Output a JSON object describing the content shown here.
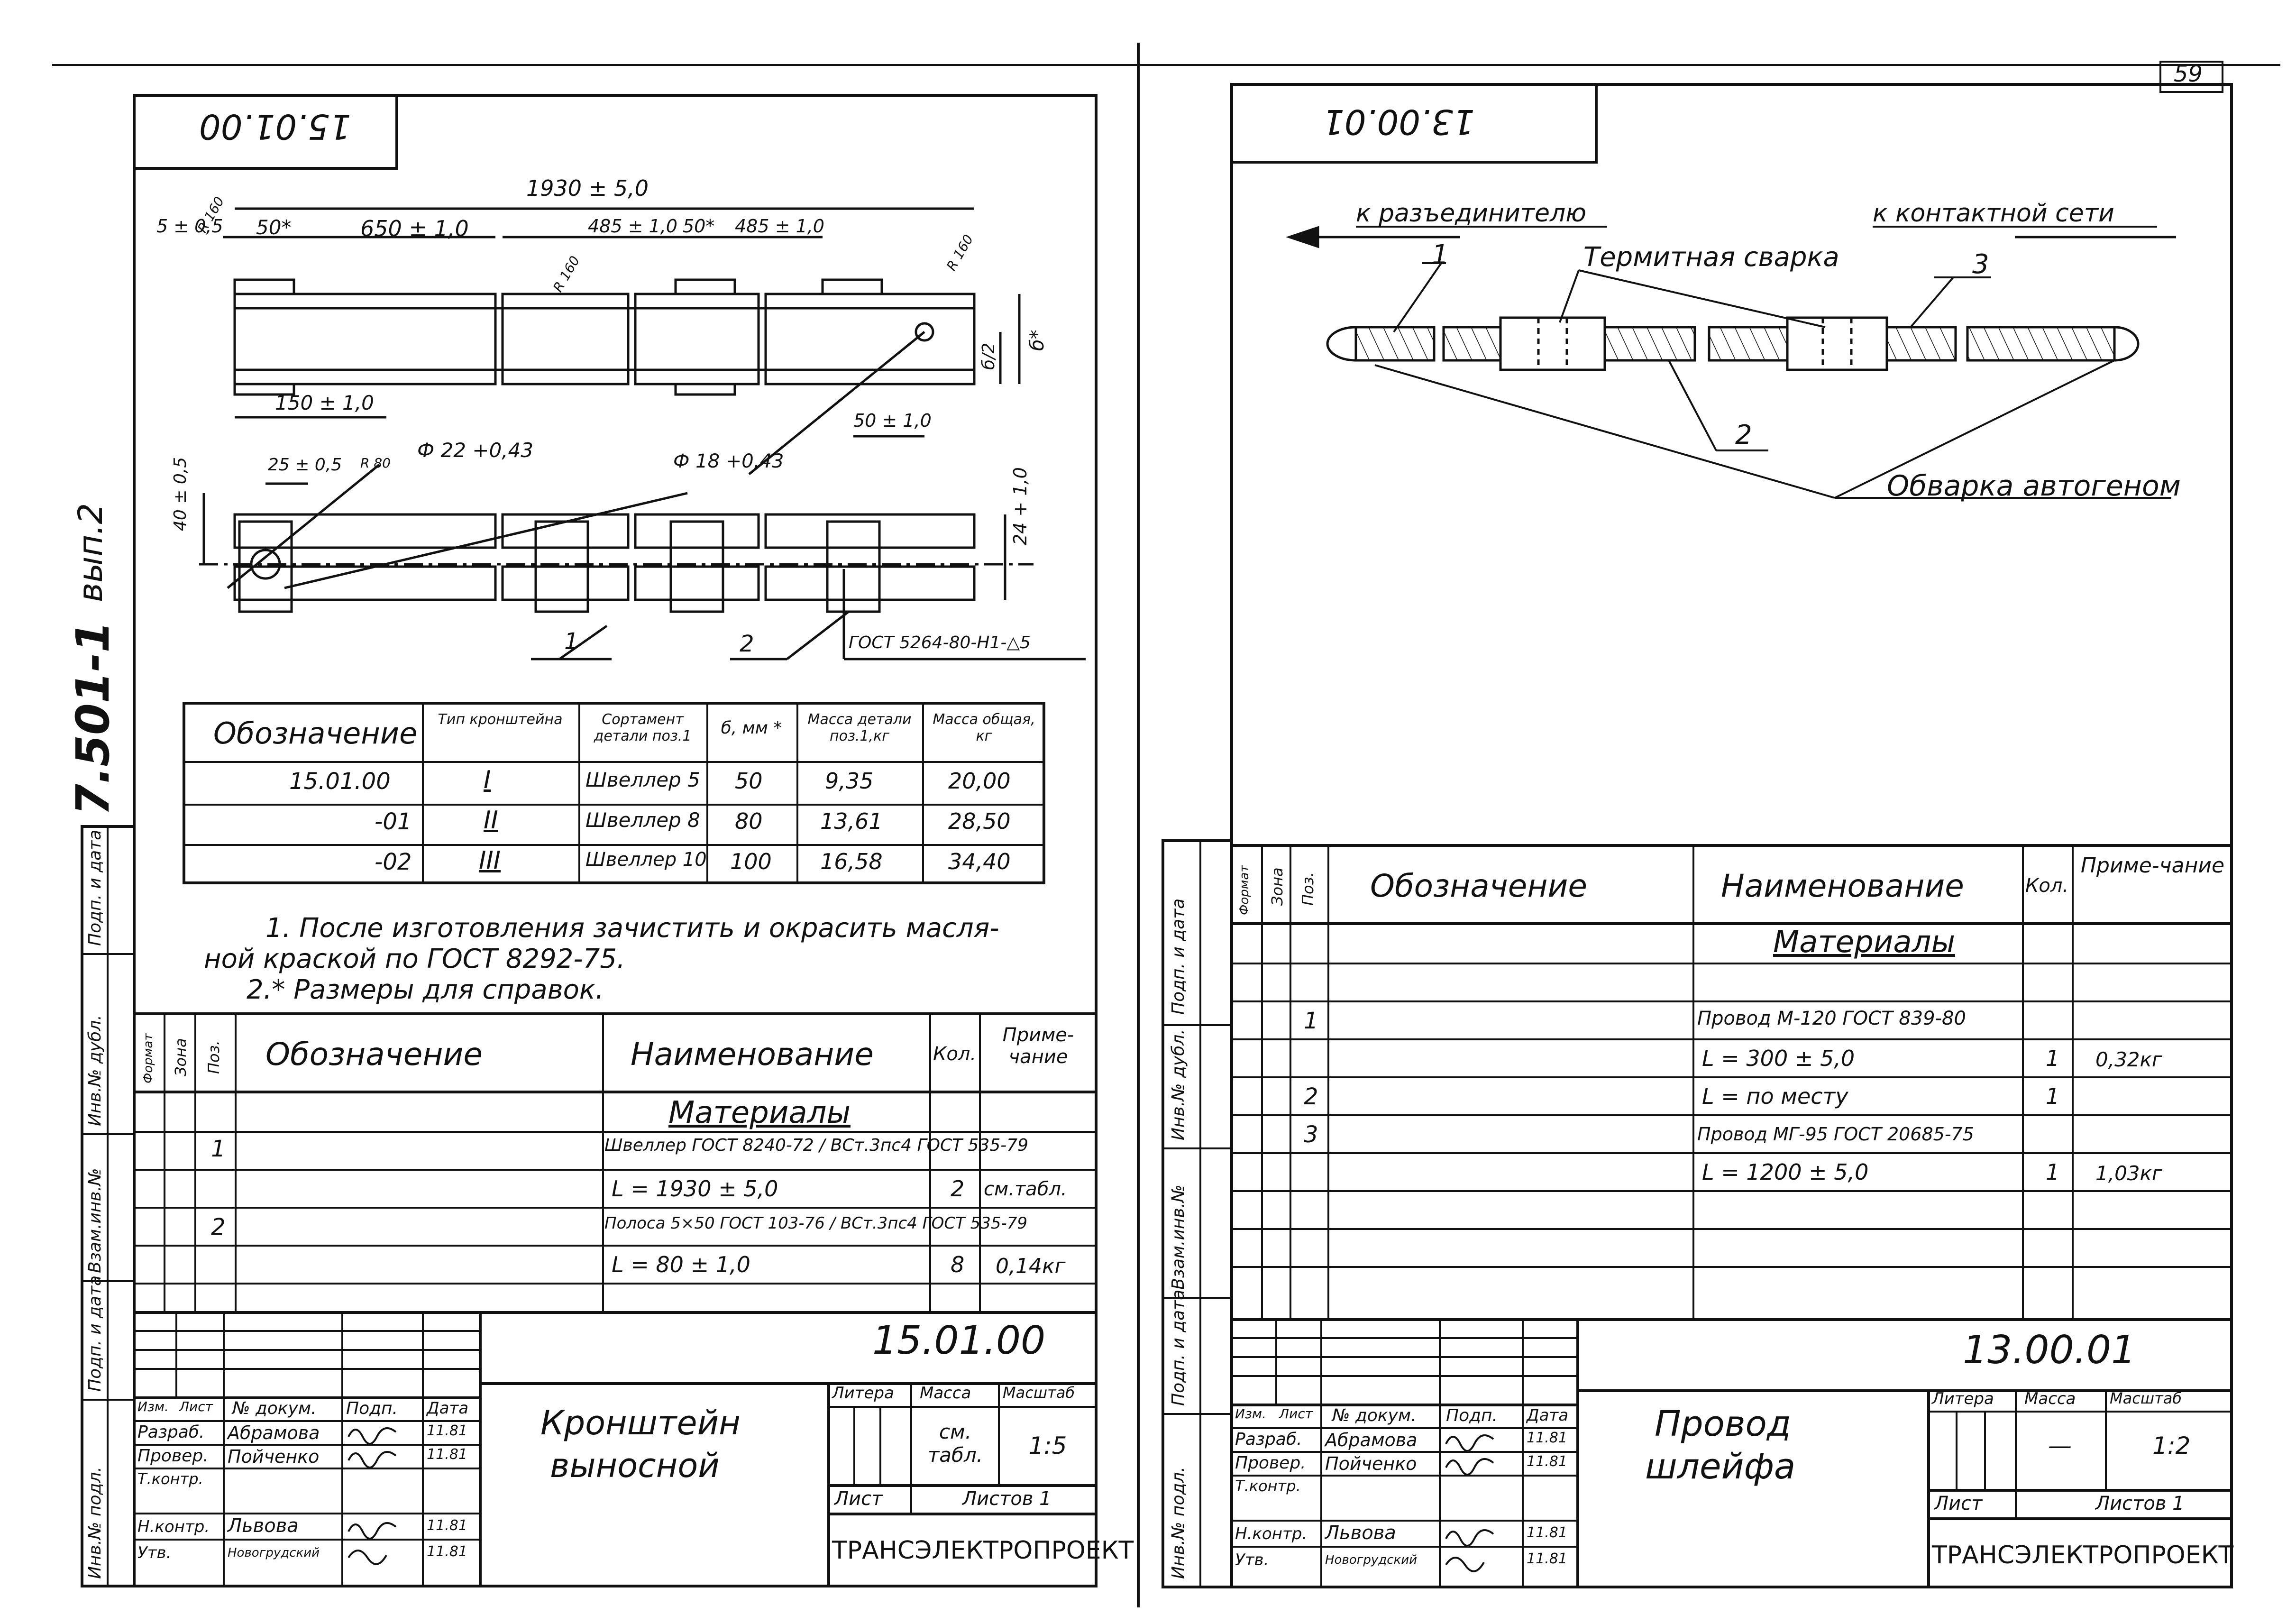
{
  "page_number": "59",
  "left": {
    "code_box": "15.01.00",
    "series": "7.501-1",
    "issue": "вып.2",
    "dims": {
      "overall": "1930 ± 5,0",
      "d1": "5 ± 0,5",
      "d2": "50*",
      "d3": "650 ± 1,0",
      "d4": "485 ± 1,0",
      "d5": "50*",
      "d6": "485 ± 1,0",
      "d7": "150 ± 1,0",
      "d8": "50 ± 1,0",
      "d9": "25 ± 0,5",
      "d10": "40 ± 0,5",
      "d11": "24 + 1,0",
      "h1": "б/2",
      "h2": "б*",
      "r1": "R 160",
      "r2": "R 160",
      "r3": "R 160",
      "r4": "R 80",
      "hole1": "Ф 22 +0,43",
      "hole2": "Ф 18 +0,43",
      "weld": "ГОСТ 5264-80-Н1-△5",
      "pos1": "1",
      "pos2": "2"
    },
    "table": {
      "headers": [
        "Обозначение",
        "Тип кронштейна",
        "Сортамент детали поз.1",
        "б, мм *",
        "Масса детали поз.1,кг",
        "Масса общая, кг"
      ],
      "rows": [
        [
          "15.01.00",
          "I",
          "Швеллер 5",
          "50",
          "9,35",
          "20,00"
        ],
        [
          "-01",
          "II",
          "Швеллер 8",
          "80",
          "13,61",
          "28,50"
        ],
        [
          "-02",
          "III",
          "Швеллер 10",
          "100",
          "16,58",
          "34,40"
        ]
      ]
    },
    "notes": [
      "1. После изготовления зачистить и окрасить масля-",
      "ной краской по ГОСТ 8292-75.",
      "2.* Размеры для справок."
    ],
    "spec": {
      "headers": [
        "Формат",
        "Зона",
        "Поз.",
        "Обозначение",
        "Наименование",
        "Кол.",
        "Приме-чание"
      ],
      "section": "Материалы",
      "rows": [
        {
          "pos": "1",
          "name": "Швеллер ГОСТ 8240-72 / ВСт.3пс4 ГОСТ 535-79",
          "qty": "",
          "note": ""
        },
        {
          "pos": "",
          "name": "L = 1930 ± 5,0",
          "qty": "2",
          "note": "см.табл."
        },
        {
          "pos": "2",
          "name": "Полоса 5×50 ГОСТ 103-76 / ВСт.3пс4 ГОСТ 535-79",
          "qty": "",
          "note": ""
        },
        {
          "pos": "",
          "name": "L = 80 ± 1,0",
          "qty": "8",
          "note": "0,14кг"
        }
      ]
    },
    "title_block": {
      "doc_code": "15.01.00",
      "title_line1": "Кронштейн",
      "title_line2": "выносной",
      "litera": "Литера",
      "massa": "Масса",
      "masshtab": "Масштаб",
      "mass_value": "см. табл.",
      "scale_value": "1:5",
      "list": "Лист",
      "listov": "Листов 1",
      "org": "ТРАНСЭЛЕКТРОПРОЕКТ",
      "cols": [
        "Изм.",
        "Лист",
        "№ докум.",
        "Подп.",
        "Дата"
      ],
      "people": [
        {
          "role": "Разраб.",
          "name": "Абрамова",
          "date": "11.81"
        },
        {
          "role": "Провер.",
          "name": "Пойченко",
          "date": "11.81"
        },
        {
          "role": "Т.контр.",
          "name": "",
          "date": ""
        },
        {
          "role": "",
          "name": "",
          "date": ""
        },
        {
          "role": "Н.контр.",
          "name": "Львова",
          "date": "11.81"
        },
        {
          "role": "Утв.",
          "name": "Новогрудский",
          "date": "11.81"
        }
      ]
    },
    "side_labels": [
      "Подп. и дата",
      "Инв.№ дубл.",
      "Взам.инв.№",
      "Подп. и дата",
      "Инв.№ подл."
    ]
  },
  "right": {
    "code_box": "13.00.01",
    "arrow_left": "к разъединителю",
    "arrow_right": "к контактной сети",
    "label_weld": "Термитная сварка",
    "label_gas": "Обварка автогеном",
    "pos1": "1",
    "pos2": "2",
    "pos3": "3",
    "spec": {
      "headers": [
        "Формат",
        "Зона",
        "Поз.",
        "Обозначение",
        "Наименование",
        "Кол.",
        "Приме-чание"
      ],
      "section": "Материалы",
      "rows": [
        {
          "pos": "1",
          "name": "Провод М-120 ГОСТ 839-80",
          "qty": "",
          "note": ""
        },
        {
          "pos": "",
          "name": "L = 300 ± 5,0",
          "qty": "1",
          "note": "0,32кг"
        },
        {
          "pos": "2",
          "name": "L = по месту",
          "qty": "1",
          "note": ""
        },
        {
          "pos": "3",
          "name": "Провод МГ-95 ГОСТ 20685-75",
          "qty": "",
          "note": ""
        },
        {
          "pos": "",
          "name": "L = 1200 ± 5,0",
          "qty": "1",
          "note": "1,03кг"
        }
      ]
    },
    "title_block": {
      "doc_code": "13.00.01",
      "title_line1": "Провод",
      "title_line2": "шлейфа",
      "litera": "Литера",
      "massa": "Масса",
      "masshtab": "Масштаб",
      "mass_value": "—",
      "scale_value": "1:2",
      "list": "Лист",
      "listov": "Листов 1",
      "org": "ТРАНСЭЛЕКТРОПРОЕКТ",
      "cols": [
        "Изм.",
        "Лист",
        "№ докум.",
        "Подп.",
        "Дата"
      ],
      "people": [
        {
          "role": "Разраб.",
          "name": "Абрамова",
          "date": "11.81"
        },
        {
          "role": "Провер.",
          "name": "Пойченко",
          "date": "11.81"
        },
        {
          "role": "Т.контр.",
          "name": "",
          "date": ""
        },
        {
          "role": "",
          "name": "",
          "date": ""
        },
        {
          "role": "Н.контр.",
          "name": "Львова",
          "date": "11.81"
        },
        {
          "role": "Утв.",
          "name": "Новогрудский",
          "date": "11.81"
        }
      ]
    },
    "side_labels": [
      "Подп. и дата",
      "Инв.№ дубл.",
      "Взам.инв.№",
      "Подп. и дата",
      "Инв.№ подл."
    ]
  },
  "colors": {
    "ink": "#111111",
    "paper": "#ffffff"
  }
}
